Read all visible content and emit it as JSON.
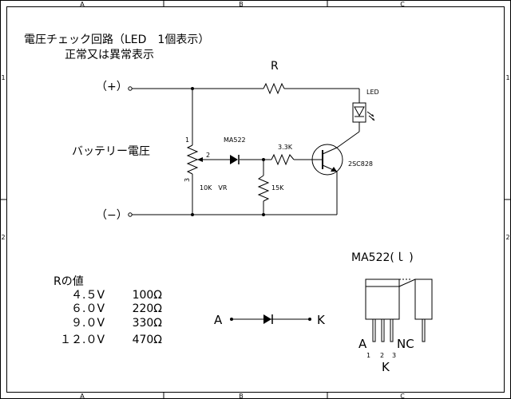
{
  "border": {
    "top_columns": [
      "A",
      "B",
      "C"
    ],
    "bottom_columns": [
      "A",
      "B",
      "C"
    ],
    "left_rows": [
      "1",
      "2"
    ],
    "right_rows": [
      "1",
      "2"
    ]
  },
  "title": {
    "line1": "電圧チェック回路（LED　1個表示）",
    "line2": "正常又は異常表示"
  },
  "terminals": {
    "plus": "（+）",
    "minus": "（−）"
  },
  "battery_label": "バッテリー電圧",
  "components": {
    "r_label": "R",
    "led_label": "LED",
    "diode_label": "MA522",
    "r_base": "3.3K",
    "transistor": "2SC828",
    "r_bottom": "15K",
    "vr_label": "10K　VR",
    "vr_pin1": "1",
    "vr_pin2": "2",
    "vr_pin3": "3"
  },
  "r_table": {
    "heading": "Rの値",
    "rows": [
      {
        "voltage": "４.５V",
        "resistance": "100Ω"
      },
      {
        "voltage": "６.０V",
        "resistance": "220Ω"
      },
      {
        "voltage": "９.０V",
        "resistance": "330Ω"
      },
      {
        "voltage": "１２.０V",
        "resistance": "470Ω"
      }
    ]
  },
  "diode_symbol": {
    "anode": "A",
    "cathode": "K"
  },
  "package": {
    "title": "MA522(ｌ )",
    "pin_a": "A",
    "pin_nc": "NC",
    "pin_k": "K",
    "pin1": "1",
    "pin2": "2",
    "pin3": "3"
  }
}
